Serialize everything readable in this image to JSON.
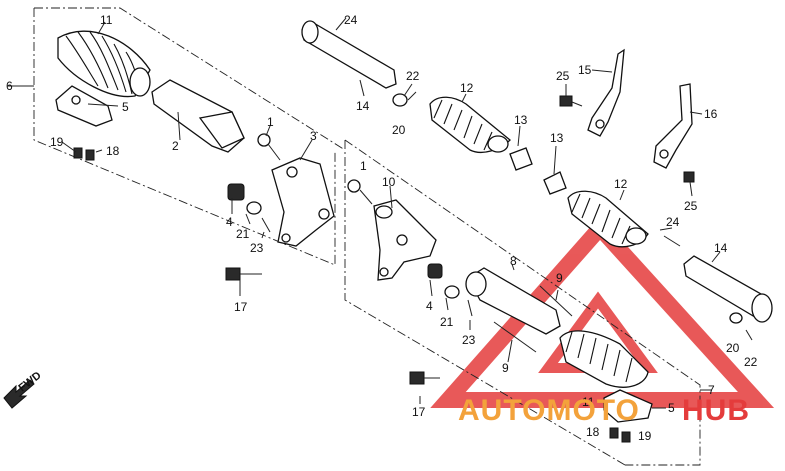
{
  "labels": {
    "l1a": "1",
    "l1b": "1",
    "l2": "2",
    "l3": "3",
    "l4a": "4",
    "l4b": "4",
    "l5a": "5",
    "l5b": "5",
    "l6": "6",
    "l7": "7",
    "l8": "8",
    "l9a": "9",
    "l9b": "9",
    "l10": "10",
    "l11a": "11",
    "l11b": "11",
    "l12a": "12",
    "l12b": "12",
    "l13a": "13",
    "l13b": "13",
    "l14a": "14",
    "l14b": "14",
    "l15": "15",
    "l16": "16",
    "l17a": "17",
    "l17b": "17",
    "l18a": "18",
    "l18b": "18",
    "l19a": "19",
    "l19b": "19",
    "l20a": "20",
    "l20b": "20",
    "l21a": "21",
    "l21b": "21",
    "l22a": "22",
    "l22b": "22",
    "l23a": "23",
    "l23b": "23",
    "l24a": "24",
    "l24b": "24",
    "l25a": "25",
    "l25b": "25"
  },
  "fwd_label": "FWD",
  "watermark": {
    "text_left": "AUTOMOTO",
    "text_right": "HUB",
    "orange": "#f3a23b",
    "red": "#e43c3c"
  }
}
